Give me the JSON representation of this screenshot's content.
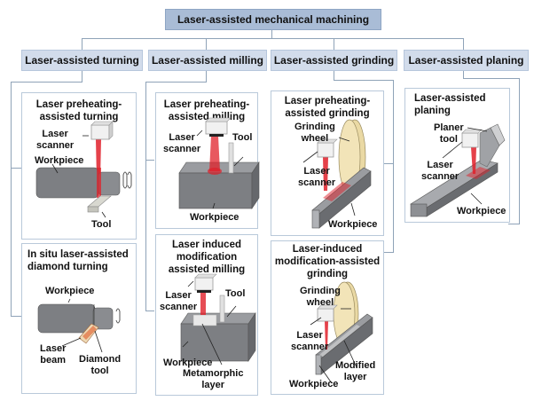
{
  "root": {
    "label": "Laser-assisted mechanical machining"
  },
  "categories": [
    {
      "label": "Laser-assisted turning"
    },
    {
      "label": "Laser-assisted milling"
    },
    {
      "label": "Laser-assisted grinding"
    },
    {
      "label": "Laser-assisted planing"
    }
  ],
  "panels": {
    "turning_preheat": {
      "title_line1": "Laser preheating-",
      "title_line2": "assisted turning",
      "labels": {
        "scanner_1": "Laser",
        "scanner_2": "scanner",
        "workpiece": "Workpiece",
        "tool": "Tool"
      }
    },
    "turning_insitu": {
      "title_line1": "In situ laser-assisted",
      "title_line2": "diamond turning",
      "labels": {
        "workpiece": "Workpiece",
        "beam_1": "Laser",
        "beam_2": "beam",
        "tool_1": "Diamond",
        "tool_2": "tool"
      }
    },
    "milling_preheat": {
      "title_line1": "Laser preheating-",
      "title_line2": "assisted milling",
      "labels": {
        "scanner_1": "Laser",
        "scanner_2": "scanner",
        "tool": "Tool",
        "workpiece": "Workpiece"
      }
    },
    "milling_modification": {
      "title_line1": "Laser induced",
      "title_line2": "modification",
      "title_line3": "assisted milling",
      "labels": {
        "scanner_1": "Laser",
        "scanner_2": "scanner",
        "tool": "Tool",
        "workpiece": "Workpiece",
        "layer_1": "Metamorphic",
        "layer_2": "layer"
      }
    },
    "grinding_preheat": {
      "title_line1": "Laser preheating-",
      "title_line2": "assisted grinding",
      "labels": {
        "wheel_1": "Grinding",
        "wheel_2": "wheel",
        "scanner_1": "Laser",
        "scanner_2": "scanner",
        "workpiece": "Workpiece"
      }
    },
    "grinding_modification": {
      "title_line1": "Laser-induced",
      "title_line2": "modification-assisted",
      "title_line3": "grinding",
      "labels": {
        "wheel_1": "Grinding",
        "wheel_2": "wheel",
        "scanner_1": "Laser",
        "scanner_2": "scanner",
        "layer_1": "Modified",
        "layer_2": "layer",
        "workpiece": "Workpiece"
      }
    },
    "planing": {
      "title_line1": "Laser-assisted",
      "title_line2": "planing",
      "labels": {
        "tool_1": "Planer",
        "tool_2": "tool",
        "scanner_1": "Laser",
        "scanner_2": "scanner",
        "workpiece": "Workpiece"
      }
    }
  },
  "colors": {
    "root_fill": "#a9bcd6",
    "category_fill": "#d2dceb",
    "connector": "#8fa3b8",
    "laser": "#e0202a",
    "workpiece": "#7d7f83",
    "wheel": "#ead9a4"
  }
}
